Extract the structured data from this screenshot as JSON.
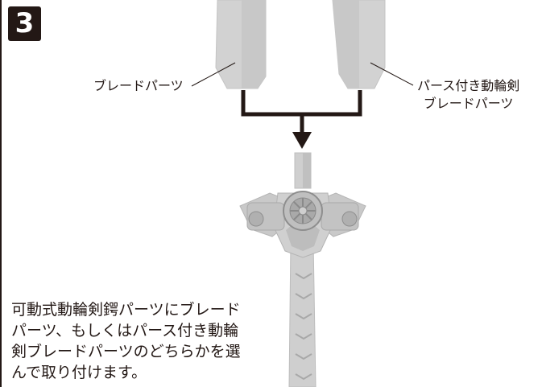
{
  "step": {
    "number": "3"
  },
  "parts": {
    "left_label": "ブレードパーツ",
    "right_label_line1": "パース付き動輪剣",
    "right_label_line2": "ブレードパーツ"
  },
  "instruction": {
    "line1": "可動式動輪剣鍔パーツにブレード",
    "line2": "パーツ、もしくはパース付き動輪",
    "line3": "剣ブレードパーツのどちらかを選",
    "line4": "んで取り付けます。"
  }
}
